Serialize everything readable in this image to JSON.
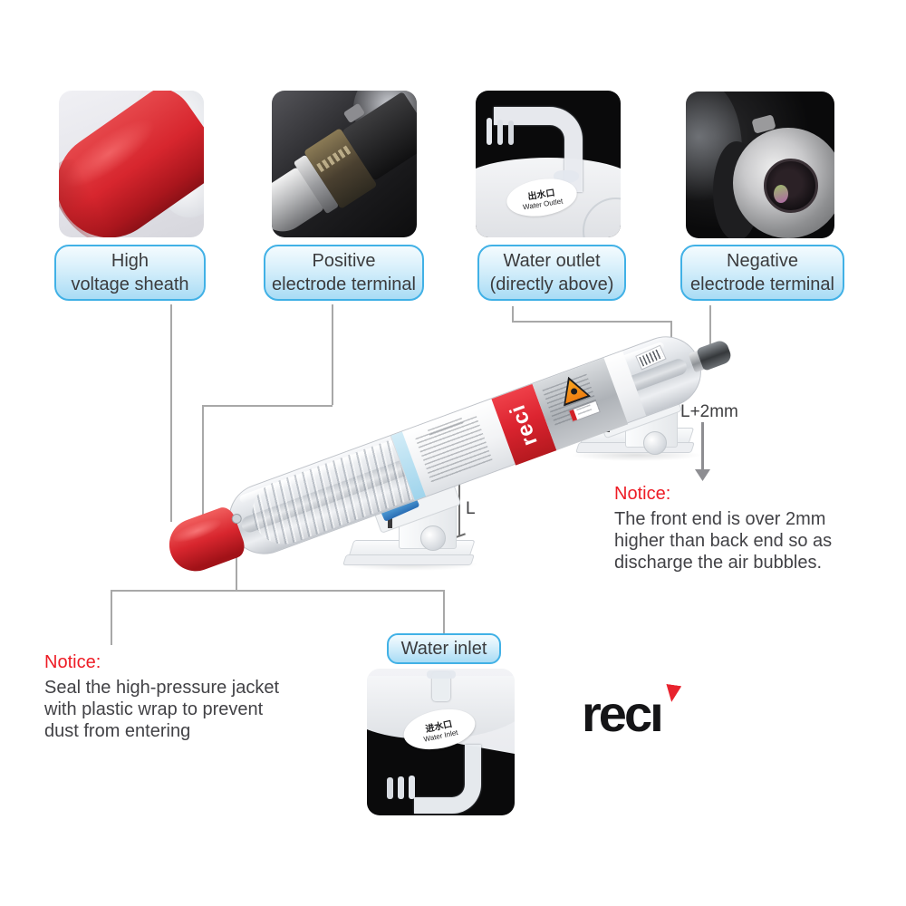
{
  "colors": {
    "accent_blue": "#41b1e6",
    "label_fill_top": "#f4fbfe",
    "label_fill_bottom": "#a9dcf5",
    "notice_red": "#ee1c25",
    "brand_red": "#e8232e",
    "callout_line_gray": "#a8a8a8",
    "body_text": "#424246"
  },
  "part_labels": [
    {
      "line1": "High",
      "line2": "voltage sheath"
    },
    {
      "line1": "Positive",
      "line2": "electrode terminal"
    },
    {
      "line1": "Water outlet",
      "line2": "(directly above)"
    },
    {
      "line1": "Negative",
      "line2": "electrode terminal"
    }
  ],
  "water_inlet": {
    "label": "Water inlet"
  },
  "photo_stickers": {
    "outlet_cn": "出水口",
    "outlet_en": "Water Outlet",
    "inlet_cn": "进水口",
    "inlet_en": "Water Inlet"
  },
  "tube": {
    "brand_band_text": "reci"
  },
  "dimensions": {
    "back": "L",
    "front": "L+2mm"
  },
  "notice_right": {
    "title": "Notice:",
    "line1": "The front end is over 2mm",
    "line2": "higher than back end so as",
    "line3": "discharge the air bubbles."
  },
  "notice_bottom": {
    "title": "Notice:",
    "line1": "Seal the high-pressure jacket",
    "line2": "with plastic wrap to prevent",
    "line3": "dust from entering"
  },
  "logo": {
    "brand": "reci",
    "display_text": "recı"
  }
}
